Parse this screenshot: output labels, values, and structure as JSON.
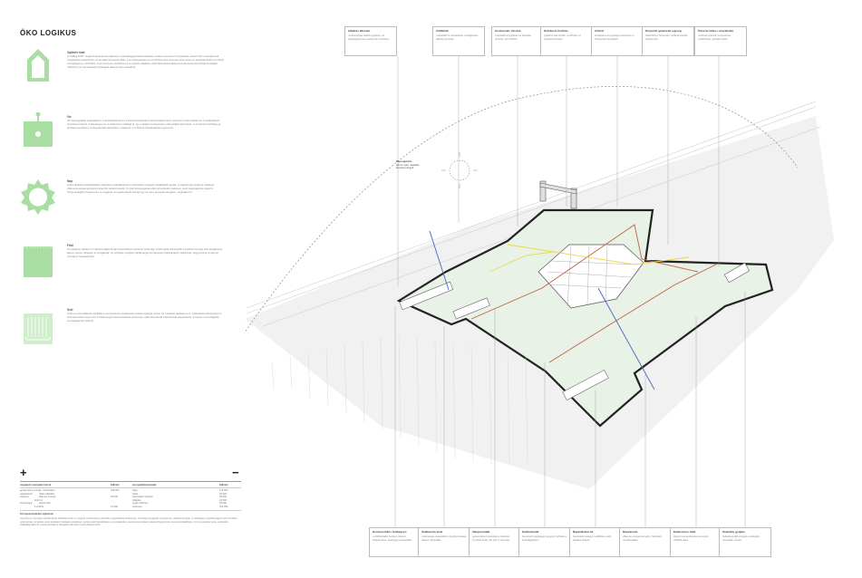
{
  "title": "ÖKO LOGIKUS",
  "sections": [
    {
      "icon": "house-outline-icon",
      "heading": "Optimis mod",
      "body": "A Csillag Erőd meglévő épületeinek alacsony energiafogyasztású felújítása mellett a tervezett új épületek passzívház szabványnak megfelelően készülnek. A kompakt tömegformálás, a jó hőszigetelés és a hőhídmentes csomópontok révén az épületek fűtési és hűtési energiaigénye minimális. A természetes szellőzés és a nappali világítás maximális kihasználása a belső terek komfortját szolgálja, miközben az üzemeltetési költségek alacsonyak maradnak."
    },
    {
      "icon": "sun-node-icon",
      "heading": "Víz",
      "body": "Az összegyűjtött csapadékvíz a tetőfelületekről és a burkolt felületekről ciszternákba kerül, ahonnan a WC-öblítés és a zöldfelületek öntözése történik. A felesleges víz a helyszínen szikkad el, így a talajvíz természetes utánpótlása biztosított. A szürkevíz tisztítása és újrahasznosítása a vízfogyasztást jelentősen csökkenti, a rendszer karbantartása egyszerű."
    },
    {
      "icon": "star-ring-icon",
      "heading": "Nap",
      "body": "A déli tájolású tetőfelületekre telepített napkollektorok a használati melegvíz előállítását segítik, a napelemek pedig az épületek villamosenergia-igényének jelentős részét fedezik. A nyári túlmelegedés ellen árnyékolók védenek, a téli napsugárzás passzív hőnyereségként hasznosul. A megújuló energiaforrások aránya így az éves energiamérlegben meghatározó."
    },
    {
      "icon": "ground-block-icon",
      "heading": "Föld",
      "body": "Az épületek fűtését és hűtését talajszondás hőszivattyús rendszer biztosítja. A föld alatti hőcserélők a szellőző levegő előmelegítésére, illetve nyáron hűtésére is szolgálnak. Az erődítés meglévő földtömegei természetes hőtárolóként működnek, kiegyenlítve a napi és évszakos hőingadozást."
    },
    {
      "icon": "wind-field-icon",
      "heading": "Szél",
      "body": "A Duna menti állandó széljárás a természetes szellőztetés hatékonyságát növeli. Az épületek tájolása és a nyílászárók elhelyezése a kereszthuzatot segíti elő. A szélenergia hasznosítására kisméretű, tájba illeszkedő szélturbinák telepíthetők, amelyek a közvilágítás energiaigényét fedezik."
    }
  ],
  "bottom": {
    "plus_sign": "+",
    "minus_sign": "−",
    "left_header": "megújuló energiaforrások",
    "left_unit": "kWh/év",
    "right_header": "energiafelhasználás",
    "right_unit": "kWh/év",
    "left_col": "geotermikus energia   hőszivattyú\nnapkollektor          HMV előállítás\nnapelem               villamos energia\n                      1100 m²\nszélenergia           kisturbinák\n                      6 turbina",
    "left_vals": "185 000\n\n95 000\n\n\n12 000",
    "right_col": "fűtés\nhűtés\nhasználati melegvíz\nvilágítás\negyéb villamos\nösszesen",
    "right_vals": "178 000\n62 000\n48 000\n24 000\n30 000\n342 000",
    "note_heading": "Környezetvédelmi eljárások",
    "note_body": "A komárom-monostori erődrendszer felújítása során a meglévő szerkezetek maximális megtartására törekszünk. A bontási anyagokat a helyszínen újrahasznosítjuk, a szükséges új építőanyagok helyi forrásból származnak. Az építés során keletkező hulladék szelektíven gyűjtve kerül elszállításra, a munkaterület a természeti értékek védelmét figyelembe véve kerül kijelölésre. Az üzemeltetés során a szelektív hulladékgyűjtés és a komposztálás a látogatók számára is bemutatásra kerül."
  },
  "top_labels": [
    {
      "title": "Időjárás állomás",
      "body": "meteorológiai adatok gyűjtése, az épületgépészeti rendszerek vezérlése"
    },
    {
      "title": "Zöldtetők",
      "body": "csapadékvíz visszatartás, hőszigetelés, élőhely teremtés"
    },
    {
      "title": "Ciszternák / tárolók",
      "body": "csapadékvíz gyűjtése és tárolása, öntözés, WC-öblítés"
    },
    {
      "title": "Szürkevíz tisztítás",
      "body": "gyökérzónás tisztító, a tisztított víz újrahasznosítása"
    },
    {
      "title": "Zöld út",
      "body": "kerékpáros és gyalogos kapcsolat, a Duna-parti útvonalhoz"
    },
    {
      "title": "Központi gépészeti egység",
      "body": "hőszivattyú, hőcserélő, pufferelt tárolók elhelyezése"
    },
    {
      "title": "Passzív hűtés / árnyékolás",
      "body": "mobil árnyékolók, természetes szellőztetés, éjszakai hűtés"
    }
  ],
  "bottom_labels": [
    {
      "title": "Komposztáló / feldolgozó",
      "body": "a zöldhulladék helyben történő feldolgozása, tápanyag visszapótlás"
    },
    {
      "title": "Szikkasztó árok",
      "body": "a felesleges csapadékvíz helyben tartása, talajvíz utánpótlás"
    },
    {
      "title": "Talajszondák",
      "body": "geotermikus hőszivattyús rendszer szondamezője, 80-100 m mélység"
    },
    {
      "title": "Szélturbinák",
      "body": "kisméretű függőleges tengelyű turbinák a közvilágításhoz"
    },
    {
      "title": "Napkollektorok",
      "body": "használati melegvíz előállítás a déli tájolású tetőkön"
    },
    {
      "title": "Napelemek",
      "body": "villamos energia termelés, hálózatra visszatáplálás"
    },
    {
      "title": "Elektromos töltő",
      "body": "elektromos kerékpárok és autók töltőállomása"
    },
    {
      "title": "Szelektív gyűjtés",
      "body": "hulladékgyűjtő szigetek a látogatói útvonalak mentén"
    }
  ],
  "plan_note": {
    "title": "Napsugárzás",
    "body": "téli és nyári napállás,\nbeesési szögek"
  },
  "colors": {
    "green_icon": "#a9dea2",
    "plan_fill": "#e8f2e6",
    "outline": "#222222",
    "pipe_red": "#c2614a",
    "pipe_yellow": "#e8d84a",
    "pipe_blue": "#4a64c2"
  }
}
